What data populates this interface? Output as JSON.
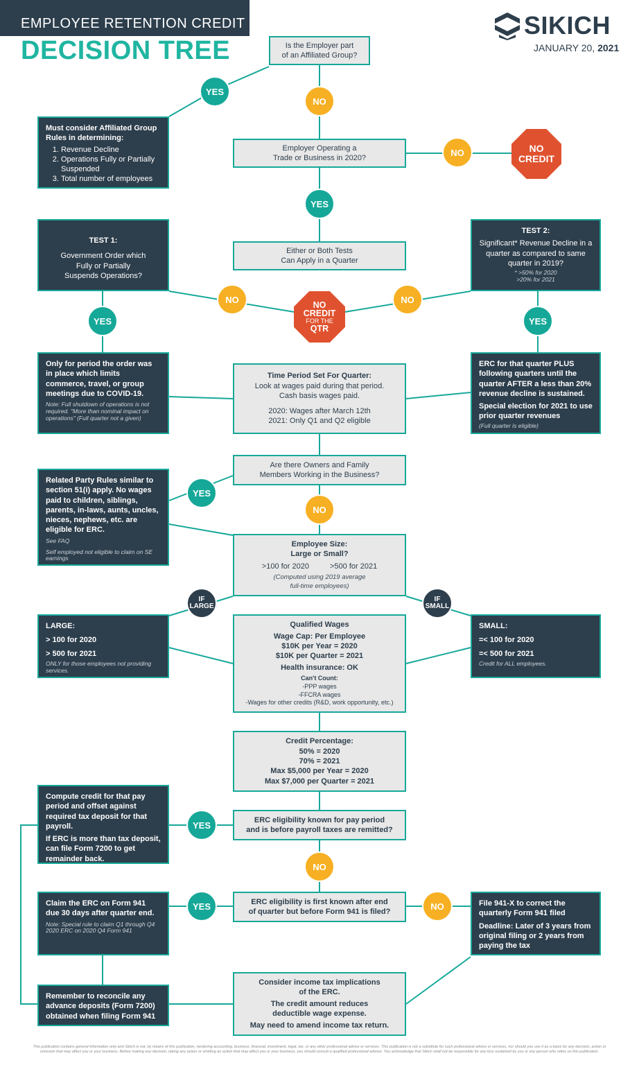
{
  "header": {
    "band_title": "EMPLOYEE RETENTION CREDIT",
    "main_title": "DECISION TREE",
    "brand": "SIKICH",
    "date_prefix": "JANUARY 20, ",
    "date_year": "2021"
  },
  "labels": {
    "yes": "YES",
    "no": "NO",
    "if": "IF",
    "large": "LARGE",
    "small": "SMALL"
  },
  "stops": {
    "no_credit": {
      "line1": "NO",
      "line2": "CREDIT"
    },
    "no_credit_qtr": {
      "line1": "NO",
      "line2": "CREDIT",
      "line3": "FOR THE",
      "line4": "QTR"
    }
  },
  "nodes": {
    "affiliated_q": [
      "Is the Employer part",
      "of an Affiliated Group?"
    ],
    "affiliated_rules": {
      "title": "Must consider Affiliated Group Rules in determining:",
      "items": [
        "Revenue Decline",
        "Operations Fully or Partially Suspended",
        "Total number of employees"
      ]
    },
    "operating_q": [
      "Employer Operating a",
      "Trade or Business in 2020?"
    ],
    "tests_q": [
      "Either or Both Tests",
      "Can Apply in a Quarter"
    ],
    "test1": {
      "title": "TEST 1:",
      "text": "Government Order which Fully or Partially Suspends Operations?"
    },
    "test2": {
      "title": "TEST 2:",
      "text": "Significant* Revenue Decline in a quarter as compared to same quarter in 2019?",
      "note1": "* >50% for 2020",
      "note2": ">20% for 2021"
    },
    "order_period": {
      "text": "Only for period the order was in place which limits commerce, travel, or group meetings due to COVID-19.",
      "note": "Note: Full shutdown of operations is not required. \"More than nominal impact on operations\" (Full quarter not a given)"
    },
    "time_period": [
      "Time Period Set For Quarter:",
      "Look at wages paid during that period.",
      "Cash basis wages paid.",
      "2020: Wages after March 12th",
      "2021: Only Q1 and Q2 eligible"
    ],
    "erc_quarter": {
      "text1": "ERC for that quarter PLUS following quarters until the quarter AFTER a less than 20% revenue decline is sustained.",
      "text2": "Special election for 2021 to use prior quarter revenues",
      "note": "(Full quarter is eligible)"
    },
    "owners_q": [
      "Are there  Owners and Family",
      "Members Working in the Business?"
    ],
    "related_party": {
      "text": "Related Party Rules similar to section 51(i) apply. No wages paid to children, siblings, parents, in-laws, aunts, uncles, nieces, nephews, etc. are eligible for ERC.",
      "note1": "See FAQ",
      "note2": "Self employed not eligible to claim on SE earnings"
    },
    "employee_size": {
      "title1": "Employee Size:",
      "title2": "Large or Small?",
      "v2020": ">100 for 2020",
      "v2021": ">500 for 2021",
      "note1": "(Computed using 2019 average",
      "note2": "full-time employees)"
    },
    "large": {
      "title": "LARGE:",
      "l1": "> 100 for 2020",
      "l2": "> 500 for 2021",
      "note": "ONLY for those employees not providing services."
    },
    "small": {
      "title": "SMALL:",
      "l1": "=< 100 for 2020",
      "l2": "=< 500 for 2021",
      "note": "Credit for ALL employees."
    },
    "qualified_wages": {
      "title": "Qualified Wages",
      "cap": "Wage Cap: Per Employee",
      "c1": "$10K per Year = 2020",
      "c2": "$10K per Quarter = 2021",
      "health": "Health insurance: OK",
      "cant": "Can't Count:",
      "x1": "-PPP wages",
      "x2": "-FFCRA wages",
      "x3": "-Wages for other credits (R&D, work opportunity, etc.)"
    },
    "credit_pct": [
      "Credit Percentage:",
      "50% = 2020",
      "70% = 2021",
      "Max $5,000 per Year = 2020",
      "Max $7,000 per Quarter = 2021"
    ],
    "compute_credit": {
      "text1": "Compute credit for that pay period and offset against required tax deposit for that payroll.",
      "text2": "If ERC is more than tax deposit, can file Form 7200 to get remainder back."
    },
    "eligibility_known_q": [
      "ERC eligibility known for pay period",
      "and is before payroll taxes are remitted?"
    ],
    "claim_941": {
      "text": "Claim the ERC on Form 941 due 30 days after quarter end.",
      "note": "Note: Special rule to claim Q1 through Q4 2020 ERC on 2020 Q4 Form 941"
    },
    "eligibility_after_q": [
      "ERC eligibility is first known after end",
      "of quarter but before Form 941 is filed?"
    ],
    "file_941x": {
      "text1": "File 941-X to correct the quarterly Form 941 filed",
      "text2": "Deadline: Later of 3 years from original filing or 2 years from paying the tax"
    },
    "reconcile": "Remember to reconcile any advance deposits (Form 7200) obtained when filing Form 941",
    "income_tax": [
      "Consider income tax implications",
      "of the ERC.",
      "The credit amount reduces",
      "deductible wage expense.",
      "May need to amend income tax return."
    ]
  },
  "disclaimer": "This publication contains general information only and Sikich is not, by means of this publication, rendering accounting, business, financial, investment, legal, tax, or any other professional advice or services. This publication is not a substitute for such professional advice or services, nor should you use it as a basis for any decision, action or omission that may affect you or your business. Before making any decision, taking any action or omitting an action that may affect you or your business, you should consult a qualified professional advisor. You acknowledge that Sikich shall not be responsible for any loss sustained by you or any person who relies on this publication.",
  "colors": {
    "teal": "#15a898",
    "navy": "#2d3e4c",
    "yellow": "#f7b023",
    "red": "#e0522f",
    "light_box": "#e8e8e8"
  }
}
